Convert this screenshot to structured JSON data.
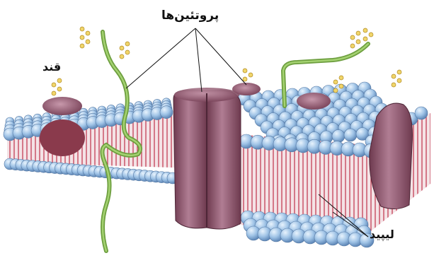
{
  "labels": {
    "proteins": "پروتئین‌ها",
    "sugar": "قند",
    "lipid": "لیپید"
  },
  "colors": {
    "phospholipid_head": "#9fc3e6",
    "phospholipid_tail": "#c0304a",
    "protein": "#8a4f66",
    "glycoprotein_strand": "#7bb34a",
    "sugar_chain": "#e0c24a",
    "background": "#ffffff"
  }
}
